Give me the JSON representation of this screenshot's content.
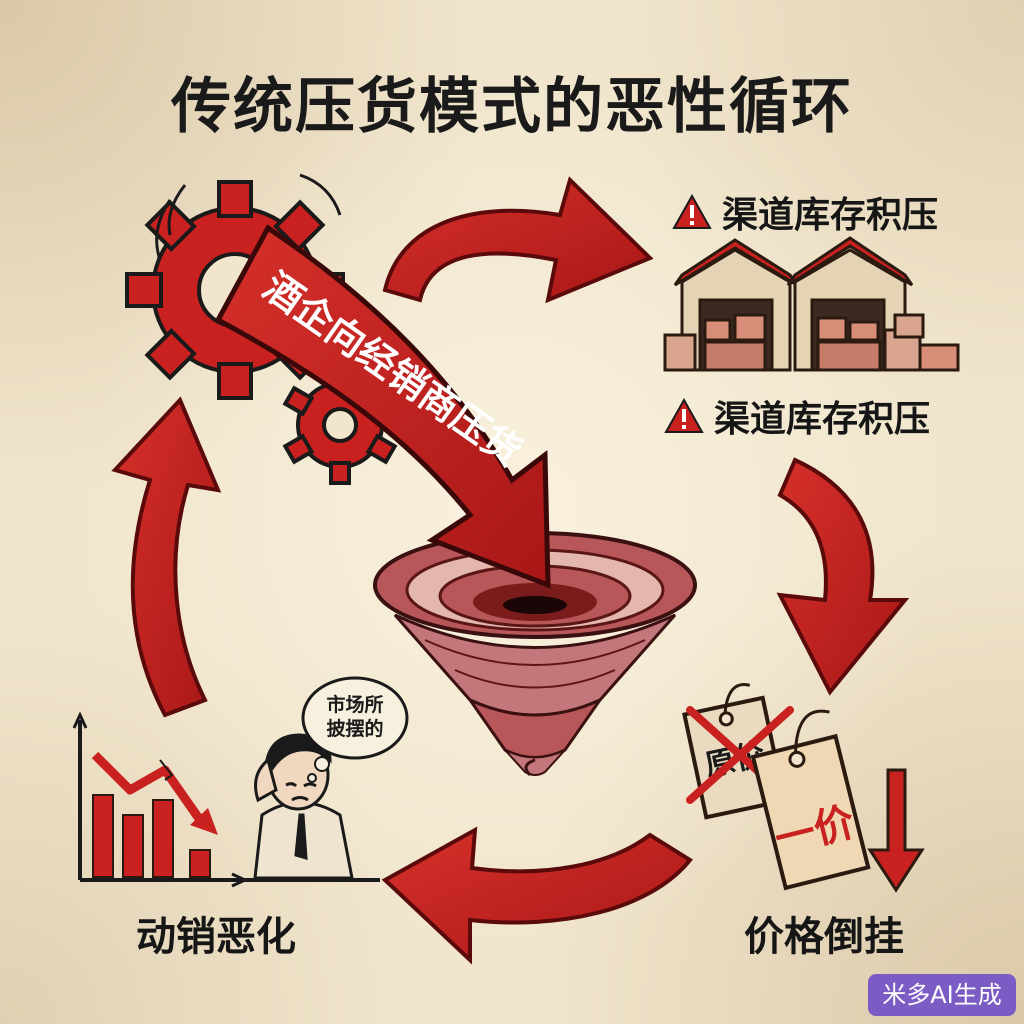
{
  "title": "传统压货模式的恶性循环",
  "main_arrow_text": "酒企向经销商压货",
  "nodes": {
    "channel_warning_1": "渠道库存积压",
    "channel_warning_2": "渠道库存积压",
    "price": "价格倒挂",
    "sales": "动销恶化"
  },
  "price_tags": {
    "old_price": "原价",
    "new_price": "一价"
  },
  "thought_bubble": "市场所\n披摆的",
  "watermark": "米多AI生成",
  "colors": {
    "accent_red": "#c8211f",
    "dark_red": "#7e0f10",
    "ink": "#161616",
    "paper": "#f1e6cd",
    "watermark": "#7b5cc4"
  },
  "icons": [
    "gear-icon",
    "warning-icon",
    "warehouse-icon",
    "tornado-icon",
    "price-tag-icon",
    "bar-chart-icon",
    "stressed-person-icon",
    "down-arrow-icon"
  ]
}
